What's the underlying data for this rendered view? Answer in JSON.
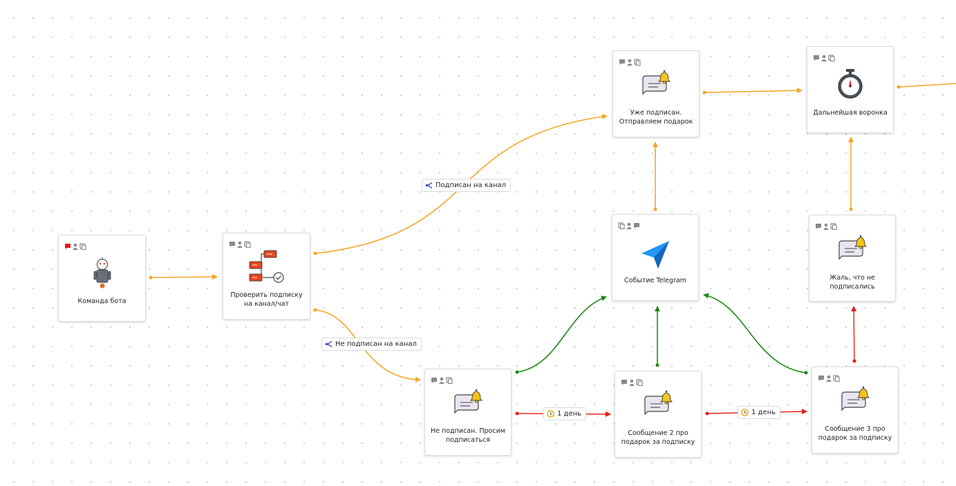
{
  "colors": {
    "edge_orange": "#f5a623",
    "edge_green": "#1b8a10",
    "edge_red": "#e41c1c",
    "chip_icon_blue": "#2d3db5",
    "clock_icon": "#e0a800"
  },
  "nodes": {
    "bot_command": {
      "label": "Команда бота",
      "icon": "robot-icon"
    },
    "check_subscription": {
      "label": "Проверить подписку на канал/чат",
      "icon": "flow-check-icon"
    },
    "already_subscribed": {
      "label": "Уже подписан. Отправляем подарок",
      "icon": "message-bell-icon"
    },
    "further_funnel": {
      "label": "Дальнейшая воронка",
      "icon": "stopwatch-icon"
    },
    "telegram_event": {
      "label": "Событие Telegram",
      "icon": "telegram-plane-icon"
    },
    "sorry_not_subscribed": {
      "label": "Жаль, что не подписались",
      "icon": "message-bell-icon"
    },
    "not_subscribed_ask": {
      "label": "Не подписан. Просим подписаться",
      "icon": "message-bell-icon"
    },
    "message_2": {
      "label": "Сообщение 2 про подарок за подписку",
      "icon": "message-bell-icon"
    },
    "message_3": {
      "label": "Сообщение 3 про подарок за подписку",
      "icon": "message-bell-icon"
    }
  },
  "conditions": {
    "subscribed": {
      "label": "Подписан на канал",
      "icon": "branch-icon"
    },
    "not_subscribed": {
      "label": "Не подписан на канал",
      "icon": "branch-icon"
    }
  },
  "delays": {
    "delay_1": {
      "label": "1 день",
      "icon": "clock-icon"
    },
    "delay_2": {
      "label": "1 день",
      "icon": "clock-icon"
    }
  }
}
